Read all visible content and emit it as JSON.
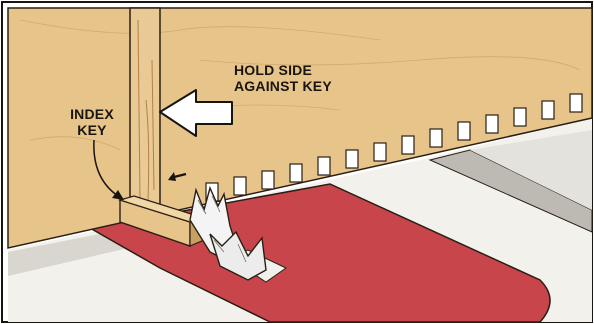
{
  "labels": {
    "hold_side": [
      "HOLD SIDE",
      "AGAINST KEY"
    ],
    "index_key": [
      "INDEX",
      "KEY"
    ]
  },
  "colors": {
    "wood": "#e8c98f",
    "wood_dark": "#c9a063",
    "outline": "#2a1e14",
    "table": "#f2f0ec",
    "table_shadow": "#cfcdc9",
    "insert": "#c8454b",
    "arrow_fill": "#ffffff"
  },
  "icons": {
    "push_arrow": "arrow-left-icon",
    "pointer": "curved-arrow-icon",
    "feed_direction": "small-arrow-icon"
  }
}
